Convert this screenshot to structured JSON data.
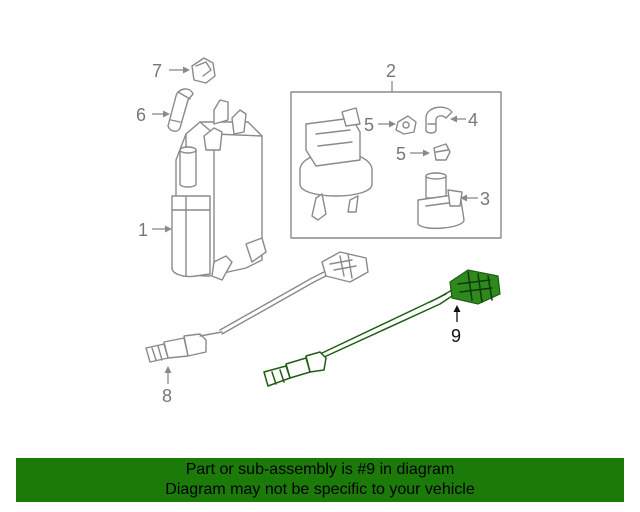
{
  "callouts": {
    "c1": "1",
    "c2": "2",
    "c3": "3",
    "c4": "4",
    "c5a": "5",
    "c5b": "5",
    "c6": "6",
    "c7": "7",
    "c8": "8",
    "c9": "9"
  },
  "banner": {
    "line1": "Part or sub-assembly is #9 in diagram",
    "line2": "Diagram may not be specific to your vehicle"
  },
  "colors": {
    "highlight": "#2f8a1e",
    "banner_bg": "#1c7a08",
    "line_art": "#8a8a8a"
  }
}
